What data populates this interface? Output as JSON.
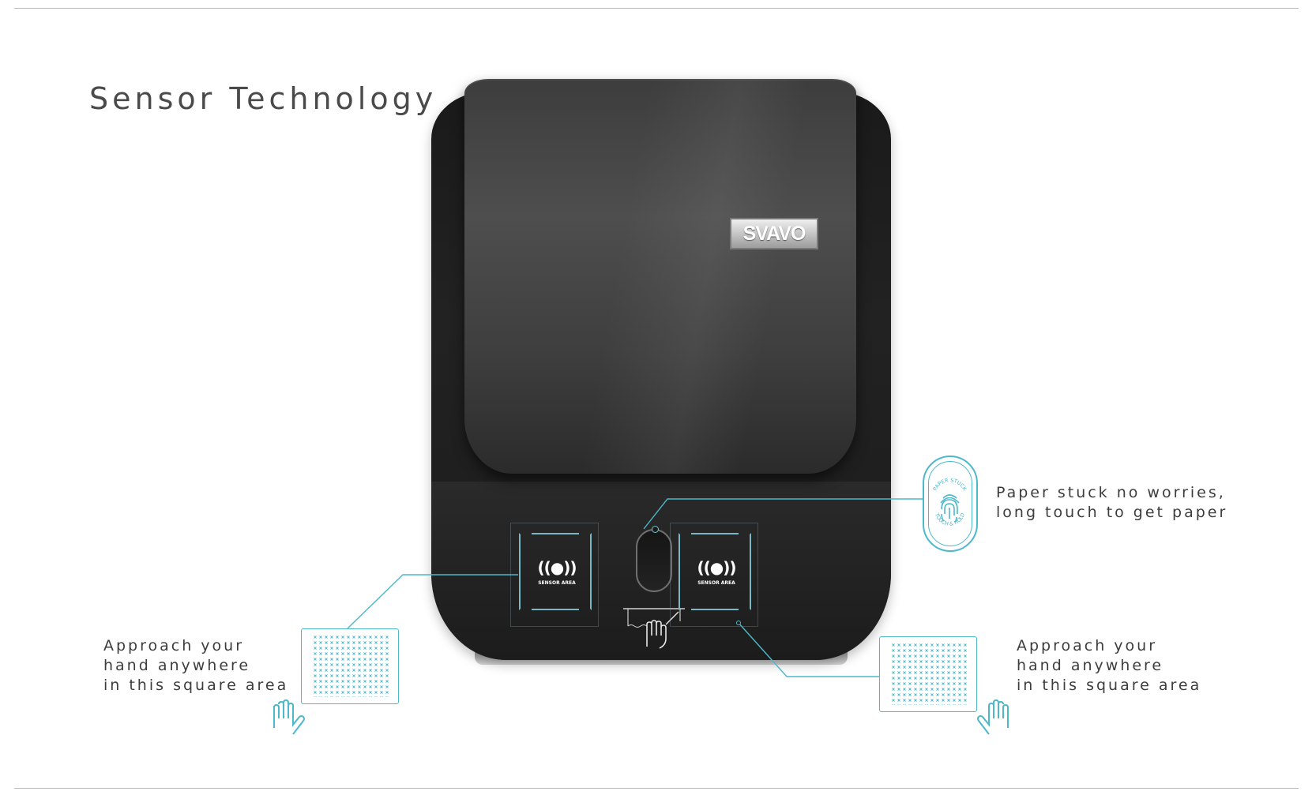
{
  "page": {
    "title": "Sensor Technology"
  },
  "product": {
    "brand": "SVAVO",
    "sensor_label_left": "SENSOR AREA",
    "sensor_label_right": "SENSOR AREA",
    "sensor_icon": "wireless-signal-icon"
  },
  "callouts": {
    "left": {
      "lines": [
        "Approach your",
        "hand anywhere",
        "in this square area"
      ]
    },
    "right": {
      "lines": [
        "Approach your",
        "hand anywhere",
        "in this square area"
      ]
    },
    "paper_stuck": {
      "lines": [
        "Paper stuck no worries,",
        "long touch to get paper"
      ],
      "badge_top_text": "PAPER STUCK",
      "badge_bottom_text": "TOUCH & HOLD",
      "icon": "fingerprint-icon"
    }
  },
  "colors": {
    "accent": "#4cb8c9",
    "dispenser_body": "#1e1e1e",
    "text": "#3d3d3d"
  }
}
